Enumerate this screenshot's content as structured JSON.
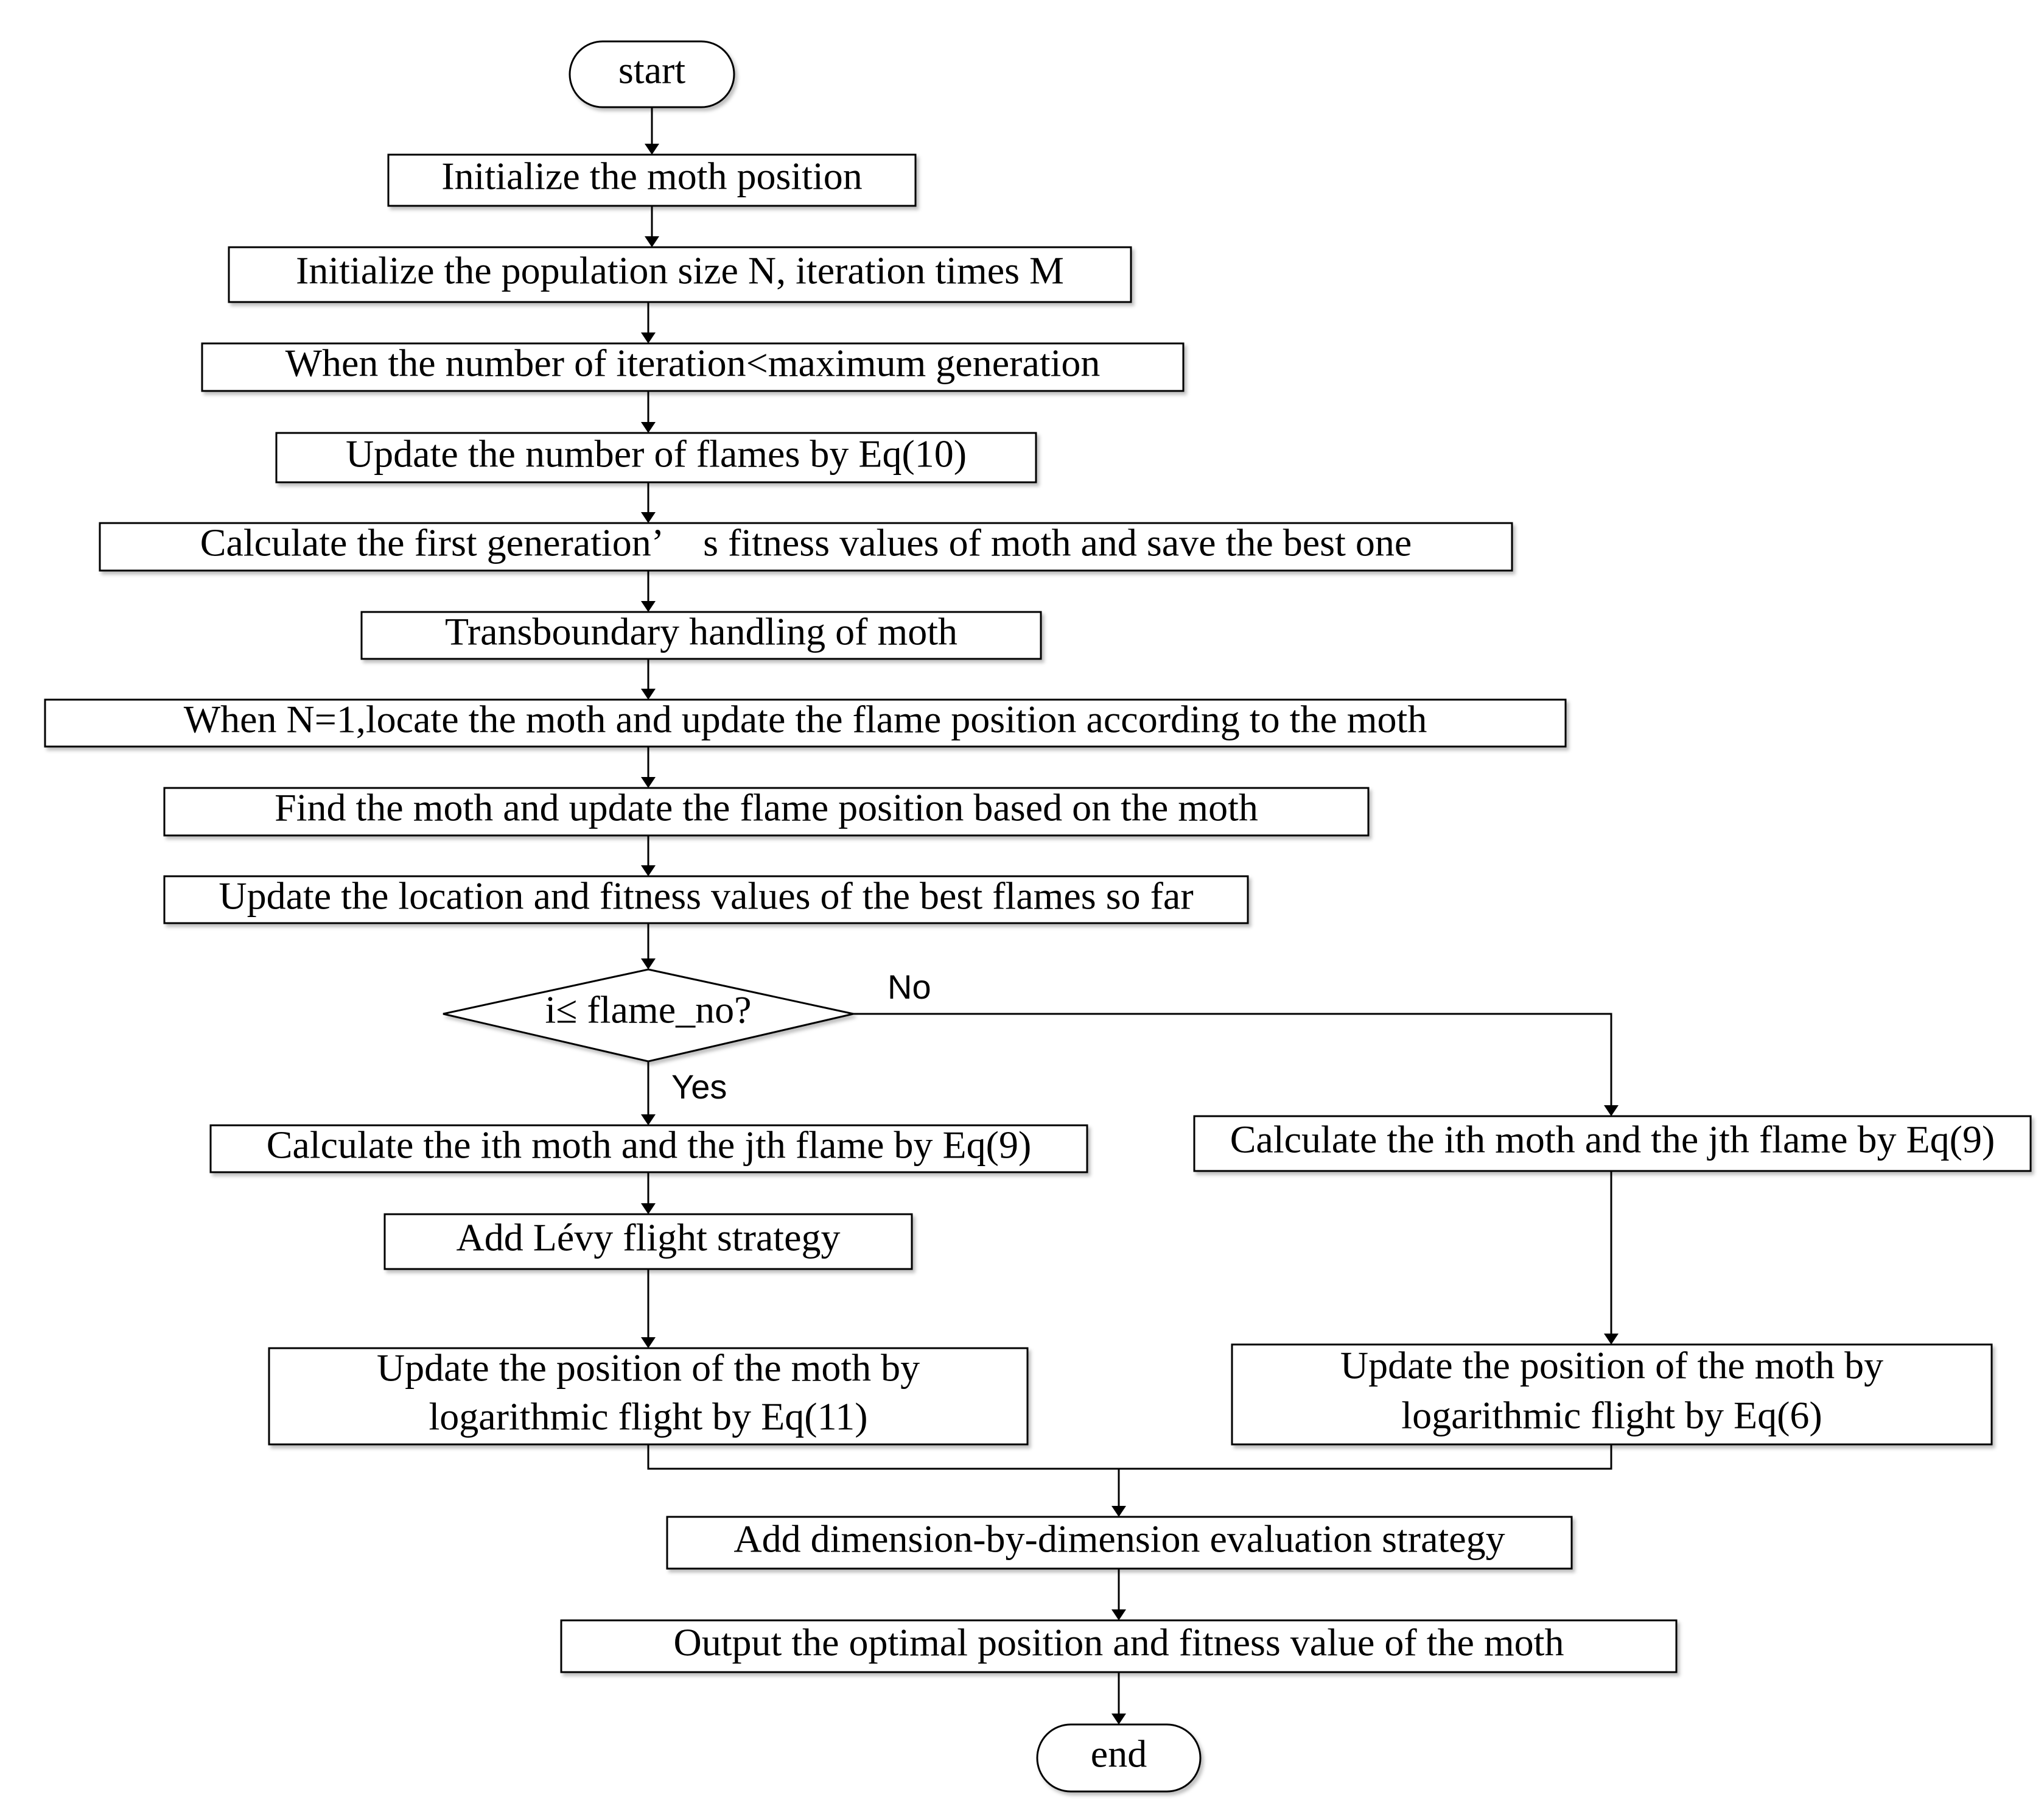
{
  "flowchart": {
    "start": "start",
    "end": "end",
    "steps": [
      "Initialize the moth position",
      "Initialize the population size N, iteration times M",
      "When the number of iteration<maximum generation",
      "Update the number of flames by Eq(10)",
      "Calculate the first generation’ s fitness values of moth and save the best one",
      "Transboundary handling of moth",
      "When N=1,locate the moth and update the flame position according to the moth",
      "Find the moth and update the flame position based on the moth",
      "Update the location and fitness values of the best flames so far"
    ],
    "decision": {
      "text": "i≤ flame_no?",
      "yes_label": "Yes",
      "no_label": "No"
    },
    "yes_branch": {
      "calc": "Calculate the ith moth and the jth flame by Eq(9)",
      "levy": "Add Lévy flight strategy",
      "update_line1": "Update the position of the moth by",
      "update_line2": "logarithmic flight by Eq(11)"
    },
    "no_branch": {
      "calc": "Calculate the ith moth and the jth flame by Eq(9)",
      "update_line1": "Update the position of the moth by",
      "update_line2": "logarithmic flight by Eq(6)"
    },
    "merge_steps": [
      "Add dimension-by-dimension evaluation strategy",
      "Output the optimal position and fitness value of the moth"
    ]
  }
}
